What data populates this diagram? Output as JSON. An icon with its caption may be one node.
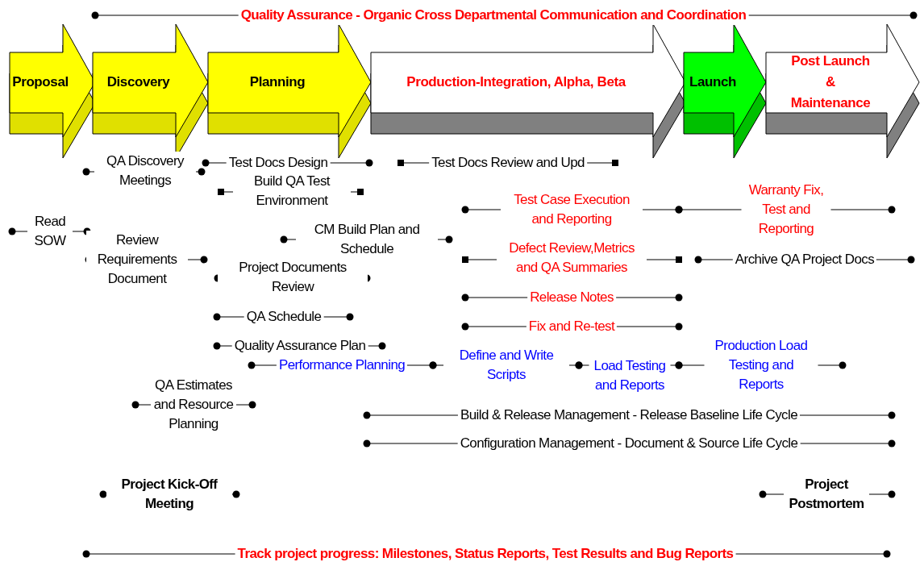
{
  "diagram": {
    "title": "Quality Assurance - Organic Cross Departmental Communication and Coordination",
    "caption": "Track project progress: Milestones, Status Reports, Test Results and Bug Reports",
    "nodes": [
      {
        "text": [
          "Proposal"
        ]
      },
      {
        "text": [
          "Discovery"
        ]
      },
      {
        "text": [
          "Planning"
        ]
      },
      {
        "text": [
          "Production-Integration, Alpha, Beta"
        ]
      },
      {
        "text": [
          "Launch"
        ]
      },
      {
        "text": [
          "Post Launch & Maintenance"
        ]
      }
    ],
    "labels": [
      "QA Discovery Meetings",
      "Test Docs Design",
      "Test Docs Review and Upd",
      "Build QA Test Environment",
      "Test Case Execution and Reporting",
      "Warranty Fix, Test and Reporting",
      "Read SOW",
      "CM Build Plan and Schedule",
      "Review Requirements Document",
      "Defect Review,Metrics and QA Summaries",
      "Archive QA Project Docs",
      "Project Documents Review",
      "Release Notes",
      "QA Schedule",
      "Fix and Re-test",
      "Quality Assurance Plan",
      "Performance Planning",
      "Define and Write Scripts",
      "Load Testing and Reports",
      "Production Load Testing and Reports",
      "QA Estimates and Resource Planning",
      "Build & Release Management - Release Baseline Life Cycle",
      "Configuration Management - Document & Source Life Cycle",
      "Project Kick-Off Meeting",
      "Project Postmortem"
    ]
  }
}
